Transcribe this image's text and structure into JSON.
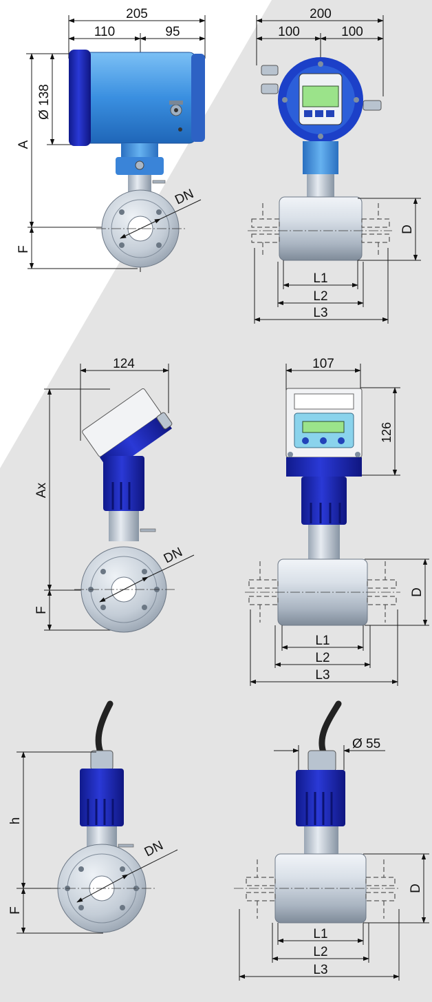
{
  "views": {
    "remote_side": {
      "width_total": "205",
      "width_left": "110",
      "width_right": "95",
      "dia": "Ø 138",
      "height": "A",
      "flange": "F",
      "dn": "DN"
    },
    "remote_front": {
      "width_total": "200",
      "width_left": "100",
      "width_right": "100",
      "d": "D",
      "l1": "L1",
      "l2": "L2",
      "l3": "L3"
    },
    "compact_side": {
      "width": "124",
      "height": "Ax",
      "flange": "F",
      "dn": "DN"
    },
    "compact_front": {
      "width": "107",
      "height": "126",
      "d": "D",
      "l1": "L1",
      "l2": "L2",
      "l3": "L3"
    },
    "sensor_side": {
      "height": "h",
      "flange": "F",
      "dn": "DN"
    },
    "sensor_front": {
      "dia": "Ø 55",
      "d": "D",
      "l1": "L1",
      "l2": "L2",
      "l3": "L3"
    }
  },
  "colors": {
    "bg_gray": "#e4e4e4",
    "housing_blue": "#3e92e2",
    "cover_blue": "#1a35c8",
    "deep_blue": "#1c1fb8",
    "metal": "#c7d1dc",
    "metal_dark": "#8a96a5",
    "display_green": "#9be38a"
  }
}
